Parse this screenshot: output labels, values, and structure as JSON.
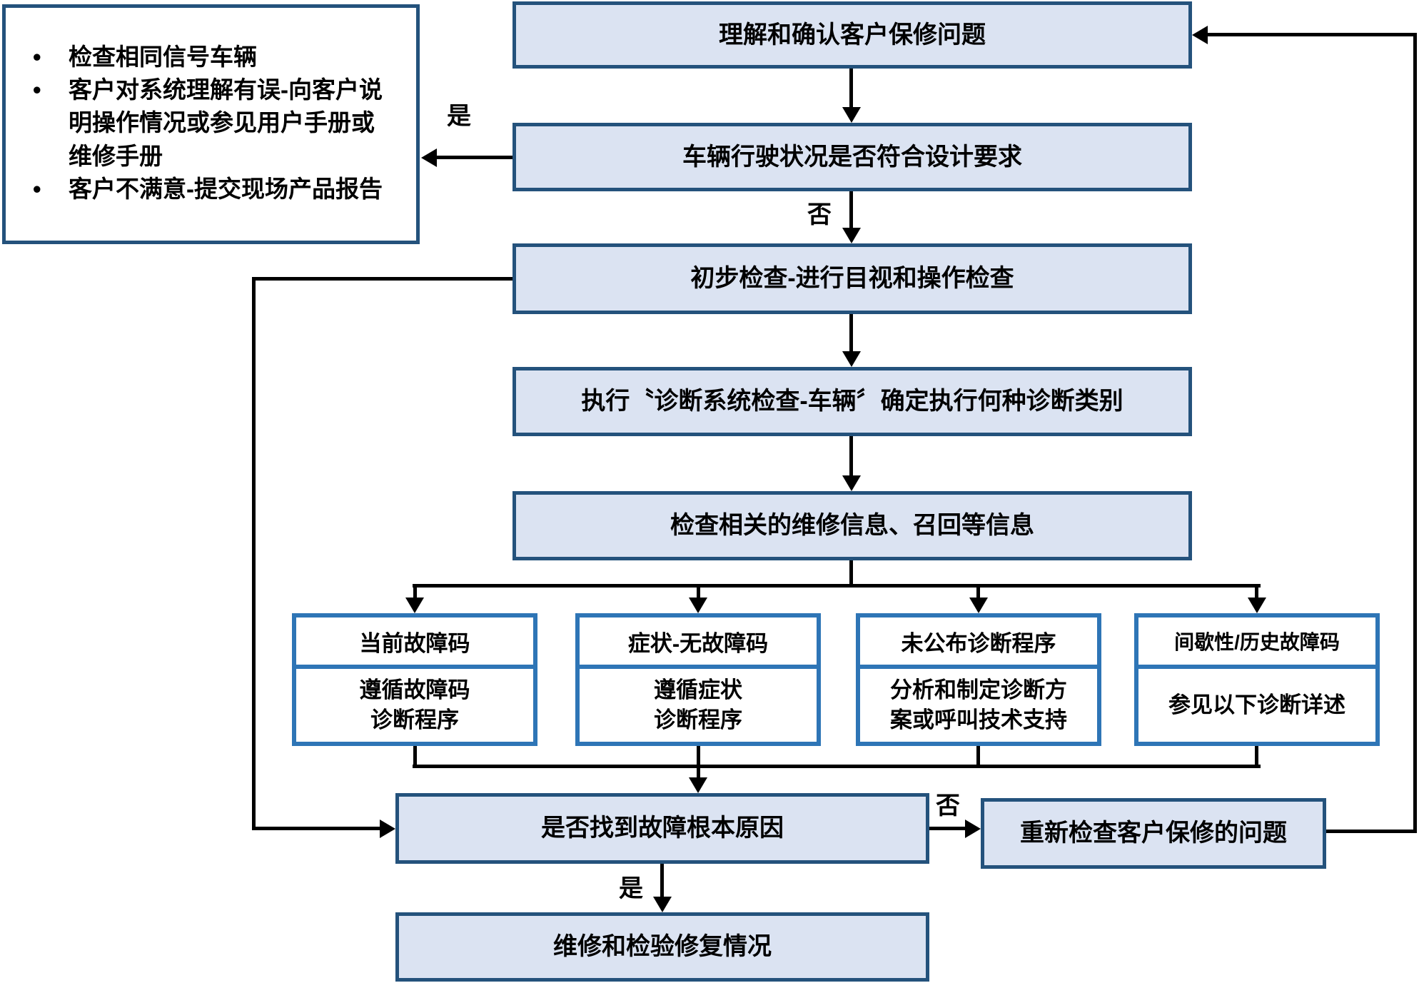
{
  "colors": {
    "flow_box_fill": "#dbe3f2",
    "flow_box_border": "#24527c",
    "branch_box_border": "#2e75b6",
    "branch_box_fill": "#ffffff",
    "connector_line": "#000000",
    "text": "#000000"
  },
  "labels": {
    "yes": "是",
    "no": "否"
  },
  "note": {
    "items": [
      "检查相同信号车辆",
      "客户对系统理解有误-向客户说\n明操作情况或参见用户手册或\n维修手册",
      "客户不满意-提交现场产品报告"
    ]
  },
  "flow": {
    "understand": "理解和确认客户保修问题",
    "driving_check": "车辆行驶状况是否符合设计要求",
    "preliminary": "初步检查-进行目视和操作检查",
    "diagnostic_system": "执行〝诊断系统检查-车辆〞确定执行何种诊断类别",
    "service_info": "检查相关的维修信息、召回等信息",
    "root_cause": "是否找到故障根本原因",
    "recheck": "重新检查客户保修的问题",
    "repair": "维修和检验修复情况"
  },
  "branches": [
    {
      "header": "当前故障码",
      "body": "遵循故障码\n诊断程序"
    },
    {
      "header": "症状-无故障码",
      "body": "遵循症状\n诊断程序"
    },
    {
      "header": "未公布诊断程序",
      "body": "分析和制定诊断方\n案或呼叫技术支持"
    },
    {
      "header": "间歇性/历史故障码",
      "body": "参见以下诊断详述"
    }
  ]
}
